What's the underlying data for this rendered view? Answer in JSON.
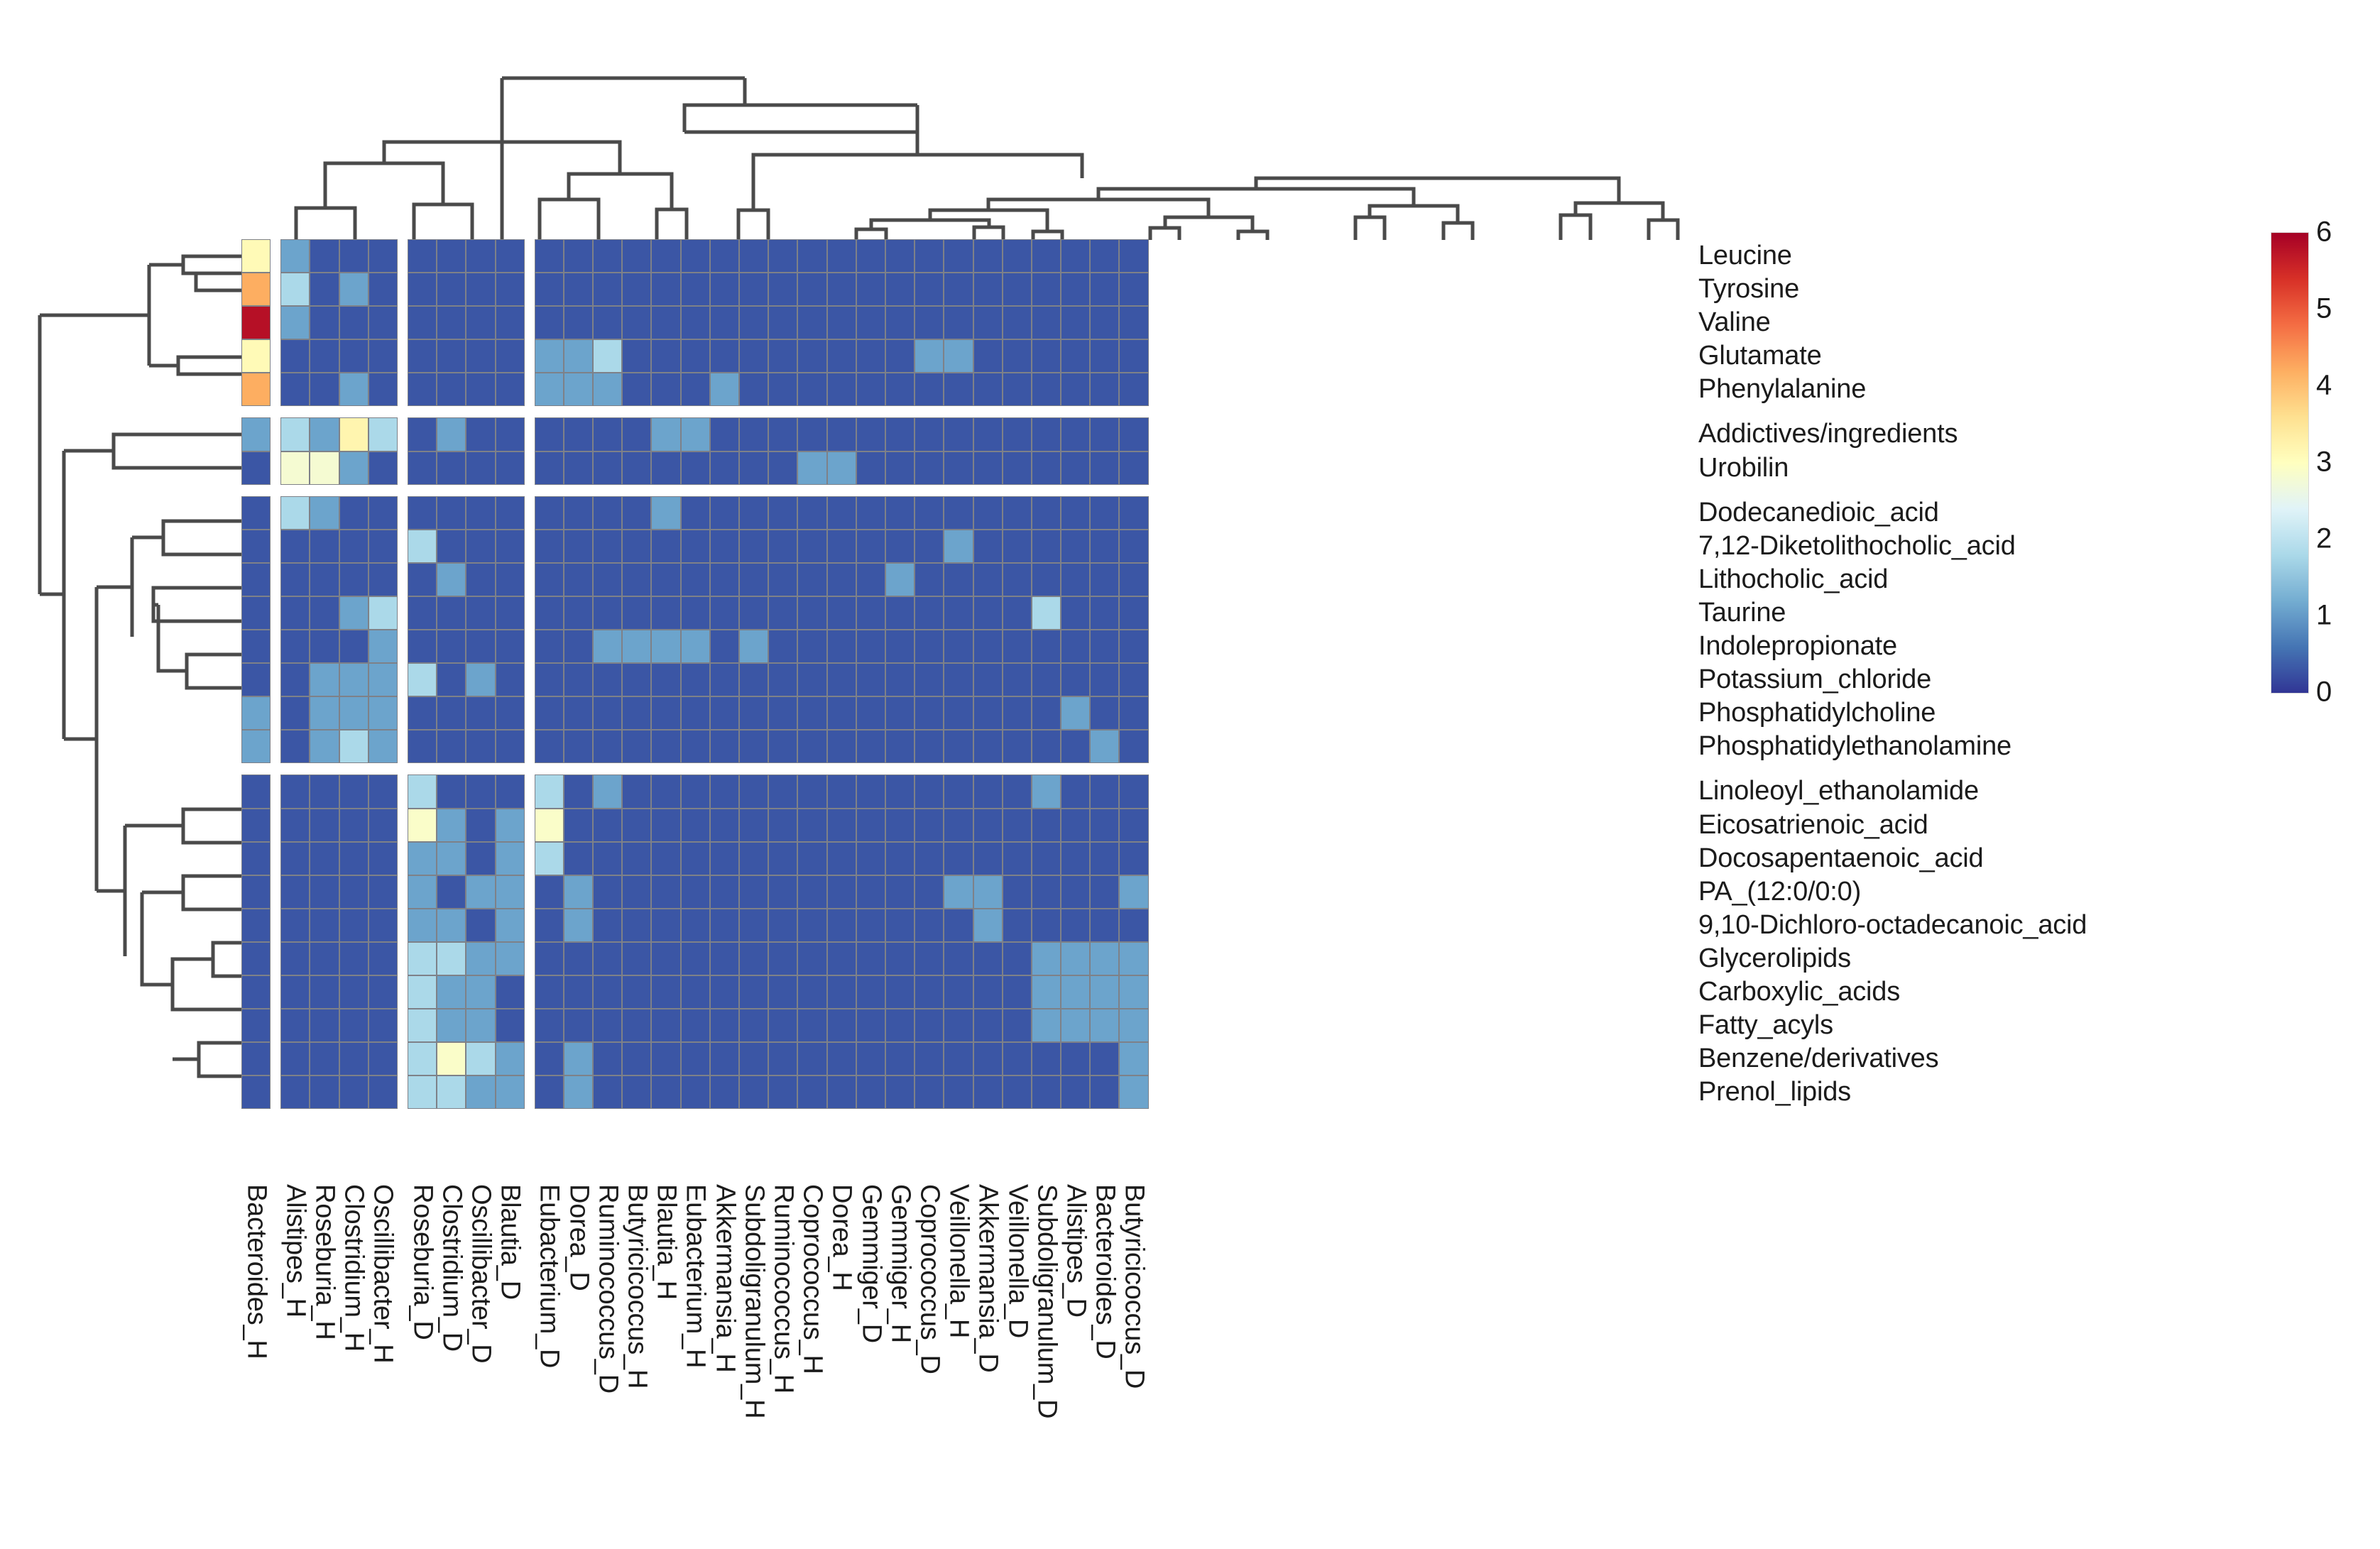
{
  "figure": {
    "kind": "clustered-heatmap",
    "colormap": "RdYlBu_r"
  },
  "colorbar": {
    "name": "colorbar",
    "ticks": [
      "6",
      "5",
      "4",
      "3",
      "2",
      "1",
      "0"
    ],
    "vmin": 0,
    "vmax": 6,
    "stops": [
      "#a50026",
      "#d73027",
      "#f46d43",
      "#fdae61",
      "#fee090",
      "#ffffbf",
      "#e0f3f8",
      "#abd9e9",
      "#74add1",
      "#4575b4",
      "#313695"
    ]
  },
  "chart_data": {
    "type": "heatmap",
    "title": "",
    "xlabel": "",
    "ylabel": "",
    "zlim": [
      0,
      6
    ],
    "colormap": "RdYlBu_r",
    "grid": true,
    "legend_position": "right",
    "row_gaps_after": [
      5,
      7,
      15
    ],
    "col_gaps_after": [
      1,
      5,
      9
    ],
    "categories_x": [
      "Bacteroides_H",
      "Alistipes_H",
      "Roseburia_H",
      "Clostridium_H",
      "Oscillibacter_H",
      "Roseburia_D",
      "Clostridium_D",
      "Oscillibacter_D",
      "Blautia_D",
      "Eubacterium_D",
      "Dorea_D",
      "Ruminococcus_D",
      "Butyricicoccus_H",
      "Blautia_H",
      "Eubacterium_H",
      "Akkermansia_H",
      "Subdoligranulum_H",
      "Ruminococcus_H",
      "Coprococcus_H",
      "Dorea_H",
      "Gemmiger_D",
      "Gemmiger_H",
      "Coprococcus_D",
      "Veillonella_H",
      "Akkermansia_D",
      "Veillonella_D",
      "Subdoligranulum_D",
      "Alistipes_D",
      "Bacteroides_D",
      "Butyricicoccus_D"
    ],
    "categories_y": [
      "Leucine",
      "Tyrosine",
      "Valine",
      "Glutamate",
      "Phenylalanine",
      "Addictives/ingredients",
      "Urobilin",
      "Dodecanedioic_acid",
      "7,12-Diketolithocholic_acid",
      "Lithocholic_acid",
      "Taurine",
      "Indolepropionate",
      "Potassium_chloride",
      "Phosphatidylcholine",
      "Phosphatidylethanolamine",
      "Linoleoyl_ethanolamide",
      "Eicosatrienoic_acid",
      "Docosapentaenoic_acid",
      "PA_(12:0/0:0)",
      "9,10-Dichloro-octadecanoic_acid",
      "Glycerolipids",
      "Carboxylic_acids",
      "Fatty_acyls",
      "Benzene/derivatives",
      "Prenol_lipids"
    ],
    "values": [
      [
        3.1,
        1.1,
        0.3,
        0.3,
        0.3,
        0.3,
        0.3,
        0.3,
        0.3,
        0.3,
        0.3,
        0.3,
        0.3,
        0.3,
        0.3,
        0.3,
        0.3,
        0.3,
        0.3,
        0.3,
        0.3,
        0.3,
        0.3,
        0.3,
        0.3,
        0.3,
        0.3,
        0.3,
        0.3,
        0.3
      ],
      [
        4.2,
        1.8,
        0.3,
        1.1,
        0.3,
        0.3,
        0.3,
        0.3,
        0.3,
        0.3,
        0.3,
        0.3,
        0.3,
        0.3,
        0.3,
        0.3,
        0.3,
        0.3,
        0.3,
        0.3,
        0.3,
        0.3,
        0.3,
        0.3,
        0.3,
        0.3,
        0.3,
        0.3,
        0.3,
        0.3
      ],
      [
        5.8,
        1.1,
        0.3,
        0.3,
        0.3,
        0.3,
        0.3,
        0.3,
        0.3,
        0.3,
        0.3,
        0.3,
        0.3,
        0.3,
        0.3,
        0.3,
        0.3,
        0.3,
        0.3,
        0.3,
        0.3,
        0.3,
        0.3,
        0.3,
        0.3,
        0.3,
        0.3,
        0.3,
        0.3,
        0.3
      ],
      [
        3.1,
        0.3,
        0.3,
        0.3,
        0.3,
        0.3,
        0.3,
        0.3,
        0.3,
        1.1,
        1.1,
        1.8,
        0.3,
        0.3,
        0.3,
        0.3,
        0.3,
        0.3,
        0.3,
        0.3,
        0.3,
        0.3,
        1.1,
        1.1,
        0.3,
        0.3,
        0.3,
        0.3,
        0.3,
        0.3
      ],
      [
        4.2,
        0.3,
        0.3,
        1.1,
        0.3,
        0.3,
        0.3,
        0.3,
        0.3,
        1.1,
        1.1,
        1.1,
        0.3,
        0.3,
        0.3,
        1.1,
        0.3,
        0.3,
        0.3,
        0.3,
        0.3,
        0.3,
        0.3,
        0.3,
        0.3,
        0.3,
        0.3,
        0.3,
        0.3,
        0.3
      ],
      [
        1.1,
        1.8,
        1.1,
        3.2,
        1.8,
        0.3,
        1.1,
        0.3,
        0.3,
        0.3,
        0.3,
        0.3,
        0.3,
        1.1,
        1.1,
        0.3,
        0.3,
        0.3,
        0.3,
        0.3,
        0.3,
        0.3,
        0.3,
        0.3,
        0.3,
        0.3,
        0.3,
        0.3,
        0.3,
        0.3
      ],
      [
        0.3,
        2.8,
        2.8,
        1.1,
        0.3,
        0.3,
        0.3,
        0.3,
        0.3,
        0.3,
        0.3,
        0.3,
        0.3,
        0.3,
        0.3,
        0.3,
        0.3,
        0.3,
        1.1,
        1.1,
        0.3,
        0.3,
        0.3,
        0.3,
        0.3,
        0.3,
        0.3,
        0.3,
        0.3,
        0.3
      ],
      [
        0.3,
        1.8,
        1.1,
        0.3,
        0.3,
        0.3,
        0.3,
        0.3,
        0.3,
        0.3,
        0.3,
        0.3,
        0.3,
        1.1,
        0.3,
        0.3,
        0.3,
        0.3,
        0.3,
        0.3,
        0.3,
        0.3,
        0.3,
        0.3,
        0.3,
        0.3,
        0.3,
        0.3,
        0.3,
        0.3
      ],
      [
        0.3,
        0.3,
        0.3,
        0.3,
        0.3,
        1.8,
        0.3,
        0.3,
        0.3,
        0.3,
        0.3,
        0.3,
        0.3,
        0.3,
        0.3,
        0.3,
        0.3,
        0.3,
        0.3,
        0.3,
        0.3,
        0.3,
        0.3,
        1.1,
        0.3,
        0.3,
        0.3,
        0.3,
        0.3,
        0.3
      ],
      [
        0.3,
        0.3,
        0.3,
        0.3,
        0.3,
        0.3,
        1.1,
        0.3,
        0.3,
        0.3,
        0.3,
        0.3,
        0.3,
        0.3,
        0.3,
        0.3,
        0.3,
        0.3,
        0.3,
        0.3,
        0.3,
        1.1,
        0.3,
        0.3,
        0.3,
        0.3,
        0.3,
        0.3,
        0.3,
        0.3
      ],
      [
        0.3,
        0.3,
        0.3,
        1.1,
        1.8,
        0.3,
        0.3,
        0.3,
        0.3,
        0.3,
        0.3,
        0.3,
        0.3,
        0.3,
        0.3,
        0.3,
        0.3,
        0.3,
        0.3,
        0.3,
        0.3,
        0.3,
        0.3,
        0.3,
        0.3,
        0.3,
        1.8,
        0.3,
        0.3,
        0.3
      ],
      [
        0.3,
        0.3,
        0.3,
        0.3,
        1.1,
        0.3,
        0.3,
        0.3,
        0.3,
        0.3,
        0.3,
        1.1,
        1.1,
        1.1,
        1.1,
        0.3,
        1.1,
        0.3,
        0.3,
        0.3,
        0.3,
        0.3,
        0.3,
        0.3,
        0.3,
        0.3,
        0.3,
        0.3,
        0.3,
        0.3
      ],
      [
        0.3,
        0.3,
        1.1,
        1.1,
        1.1,
        1.8,
        0.3,
        1.1,
        0.3,
        0.3,
        0.3,
        0.3,
        0.3,
        0.3,
        0.3,
        0.3,
        0.3,
        0.3,
        0.3,
        0.3,
        0.3,
        0.3,
        0.3,
        0.3,
        0.3,
        0.3,
        0.3,
        0.3,
        0.3,
        0.3
      ],
      [
        1.1,
        0.3,
        1.1,
        1.1,
        1.1,
        0.3,
        0.3,
        0.3,
        0.3,
        0.3,
        0.3,
        0.3,
        0.3,
        0.3,
        0.3,
        0.3,
        0.3,
        0.3,
        0.3,
        0.3,
        0.3,
        0.3,
        0.3,
        0.3,
        0.3,
        0.3,
        0.3,
        1.1,
        0.3,
        0.3
      ],
      [
        1.1,
        0.3,
        1.1,
        1.8,
        1.1,
        0.3,
        0.3,
        0.3,
        0.3,
        0.3,
        0.3,
        0.3,
        0.3,
        0.3,
        0.3,
        0.3,
        0.3,
        0.3,
        0.3,
        0.3,
        0.3,
        0.3,
        0.3,
        0.3,
        0.3,
        0.3,
        0.3,
        0.3,
        1.1,
        0.3
      ],
      [
        0.3,
        0.3,
        0.3,
        0.3,
        0.3,
        1.8,
        0.3,
        0.3,
        0.3,
        1.8,
        0.3,
        1.1,
        0.3,
        0.3,
        0.3,
        0.3,
        0.3,
        0.3,
        0.3,
        0.3,
        0.3,
        0.3,
        0.3,
        0.3,
        0.3,
        0.3,
        1.1,
        0.3,
        0.3,
        0.3
      ],
      [
        0.3,
        0.3,
        0.3,
        0.3,
        0.3,
        2.9,
        1.1,
        0.3,
        1.1,
        2.9,
        0.3,
        0.3,
        0.3,
        0.3,
        0.3,
        0.3,
        0.3,
        0.3,
        0.3,
        0.3,
        0.3,
        0.3,
        0.3,
        0.3,
        0.3,
        0.3,
        0.3,
        0.3,
        0.3,
        0.3
      ],
      [
        0.3,
        0.3,
        0.3,
        0.3,
        0.3,
        1.1,
        1.1,
        0.3,
        1.1,
        1.8,
        0.3,
        0.3,
        0.3,
        0.3,
        0.3,
        0.3,
        0.3,
        0.3,
        0.3,
        0.3,
        0.3,
        0.3,
        0.3,
        0.3,
        0.3,
        0.3,
        0.3,
        0.3,
        0.3,
        0.3
      ],
      [
        0.3,
        0.3,
        0.3,
        0.3,
        0.3,
        1.1,
        0.3,
        1.1,
        1.1,
        0.3,
        1.1,
        0.3,
        0.3,
        0.3,
        0.3,
        0.3,
        0.3,
        0.3,
        0.3,
        0.3,
        0.3,
        0.3,
        0.3,
        1.1,
        1.1,
        0.3,
        0.3,
        0.3,
        0.3,
        1.1
      ],
      [
        0.3,
        0.3,
        0.3,
        0.3,
        0.3,
        1.1,
        1.1,
        0.3,
        1.1,
        0.3,
        1.1,
        0.3,
        0.3,
        0.3,
        0.3,
        0.3,
        0.3,
        0.3,
        0.3,
        0.3,
        0.3,
        0.3,
        0.3,
        0.3,
        1.1,
        0.3,
        0.3,
        0.3,
        0.3,
        0.3
      ],
      [
        0.3,
        0.3,
        0.3,
        0.3,
        0.3,
        1.8,
        1.8,
        1.1,
        1.1,
        0.3,
        0.3,
        0.3,
        0.3,
        0.3,
        0.3,
        0.3,
        0.3,
        0.3,
        0.3,
        0.3,
        0.3,
        0.3,
        0.3,
        0.3,
        0.3,
        0.3,
        1.1,
        1.1,
        1.1,
        1.1
      ],
      [
        0.3,
        0.3,
        0.3,
        0.3,
        0.3,
        1.8,
        1.1,
        1.1,
        0.3,
        0.3,
        0.3,
        0.3,
        0.3,
        0.3,
        0.3,
        0.3,
        0.3,
        0.3,
        0.3,
        0.3,
        0.3,
        0.3,
        0.3,
        0.3,
        0.3,
        0.3,
        1.1,
        1.1,
        1.1,
        1.1
      ],
      [
        0.3,
        0.3,
        0.3,
        0.3,
        0.3,
        1.8,
        1.1,
        1.1,
        0.3,
        0.3,
        0.3,
        0.3,
        0.3,
        0.3,
        0.3,
        0.3,
        0.3,
        0.3,
        0.3,
        0.3,
        0.3,
        0.3,
        0.3,
        0.3,
        0.3,
        0.3,
        1.1,
        1.1,
        1.1,
        1.1
      ],
      [
        0.3,
        0.3,
        0.3,
        0.3,
        0.3,
        1.8,
        2.9,
        1.8,
        1.1,
        0.3,
        1.1,
        0.3,
        0.3,
        0.3,
        0.3,
        0.3,
        0.3,
        0.3,
        0.3,
        0.3,
        0.3,
        0.3,
        0.3,
        0.3,
        0.3,
        0.3,
        0.3,
        0.3,
        0.3,
        1.1
      ],
      [
        0.3,
        0.3,
        0.3,
        0.3,
        0.3,
        1.8,
        1.8,
        1.1,
        1.1,
        0.3,
        1.1,
        0.3,
        0.3,
        0.3,
        0.3,
        0.3,
        0.3,
        0.3,
        0.3,
        0.3,
        0.3,
        0.3,
        0.3,
        0.3,
        0.3,
        0.3,
        0.3,
        0.3,
        0.3,
        1.1
      ]
    ]
  },
  "dendrograms": {
    "top": {
      "name": "column-dendrogram"
    },
    "left": {
      "name": "row-dendrogram"
    }
  }
}
